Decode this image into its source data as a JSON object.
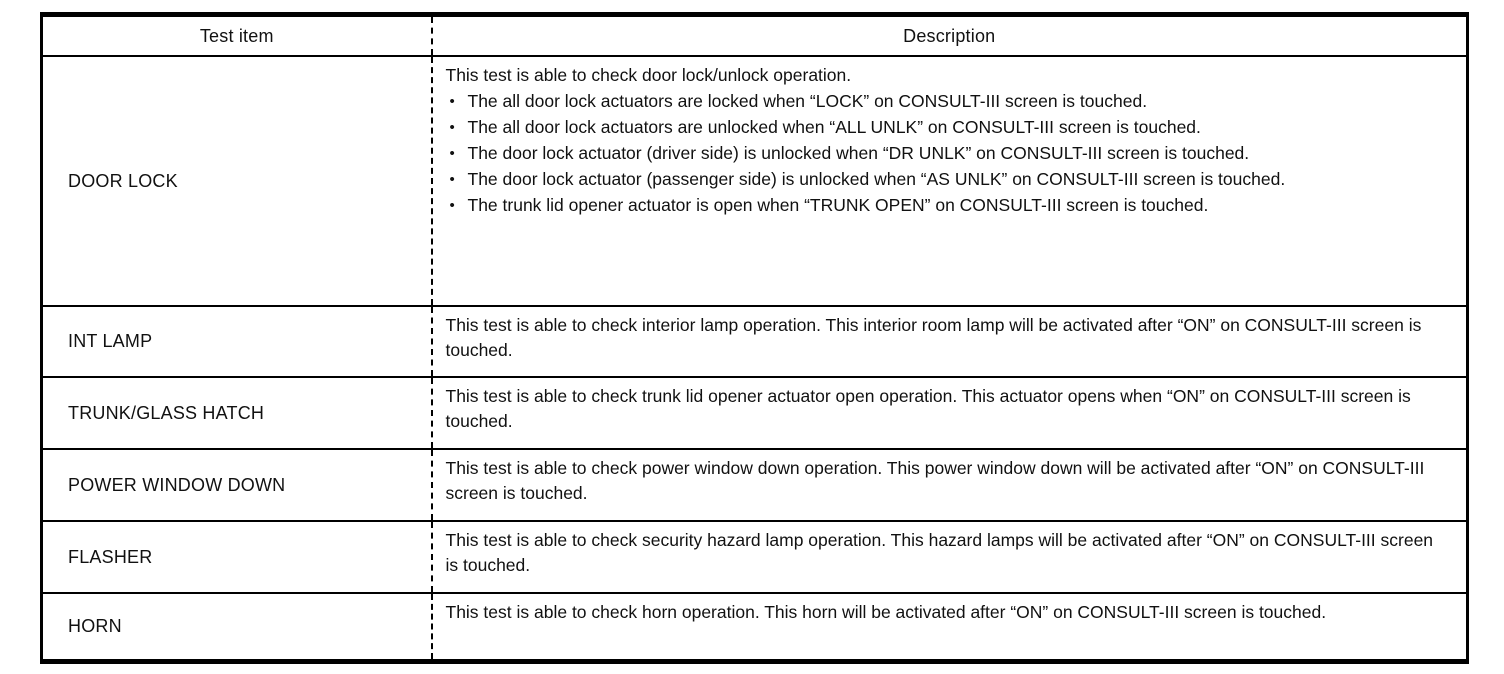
{
  "glyphs": {
    "bullet": "•"
  },
  "colors": {
    "border": "#000000",
    "text": "#111111",
    "background": "#ffffff"
  },
  "table": {
    "headers": {
      "test_item": "Test item",
      "description": "Description"
    },
    "rows": [
      {
        "item": "DOOR LOCK",
        "intro": "This test is able to check door lock/unlock operation.",
        "bullets": [
          "The all door lock actuators are locked when “LOCK” on CONSULT-III screen is touched.",
          "The all door lock actuators are unlocked when “ALL UNLK” on CONSULT-III screen is touched.",
          "The door lock actuator (driver side) is unlocked when “DR UNLK” on CONSULT-III screen is touched.",
          "The door lock actuator (passenger side) is unlocked when “AS UNLK” on CONSULT-III screen is touched.",
          "The trunk lid opener actuator is open when “TRUNK OPEN” on CONSULT-III screen is touched."
        ]
      },
      {
        "item": "INT LAMP",
        "intro": "This test is able to check interior lamp operation. This interior room lamp will be activated after “ON” on CONSULT-III screen is touched."
      },
      {
        "item": "TRUNK/GLASS HATCH",
        "intro": "This test is able to check trunk lid opener actuator open operation. This actuator opens when “ON” on CONSULT-III screen is touched."
      },
      {
        "item": "POWER WINDOW DOWN",
        "intro": "This test is able to check power window down operation. This power window down will be activated after “ON” on CONSULT-III screen is touched."
      },
      {
        "item": "FLASHER",
        "intro": "This test is able to check security hazard lamp operation. This hazard lamps will be activated after “ON” on CONSULT-III screen is touched."
      },
      {
        "item": "HORN",
        "intro": "This test is able to check horn operation. This horn will be activated after “ON” on CONSULT-III screen is touched."
      }
    ]
  }
}
